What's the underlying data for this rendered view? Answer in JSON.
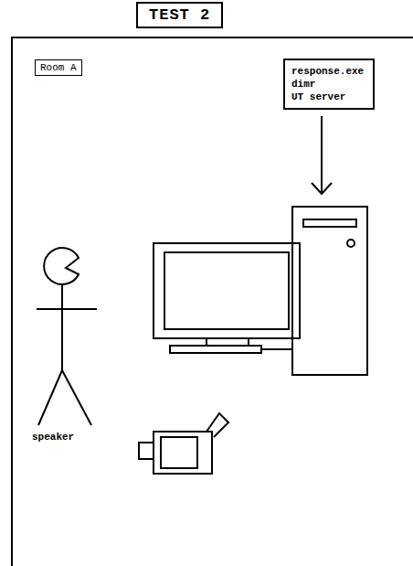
{
  "diagram": {
    "title": "TEST 2",
    "nodes": [
      {
        "text": [
          "Room A"
        ]
      },
      {
        "text": [
          "response.exe",
          "dimr",
          "UT server"
        ],
        "in": 0
      }
    ],
    "edges": [],
    "labels": [
      "speaker"
    ]
  }
}
